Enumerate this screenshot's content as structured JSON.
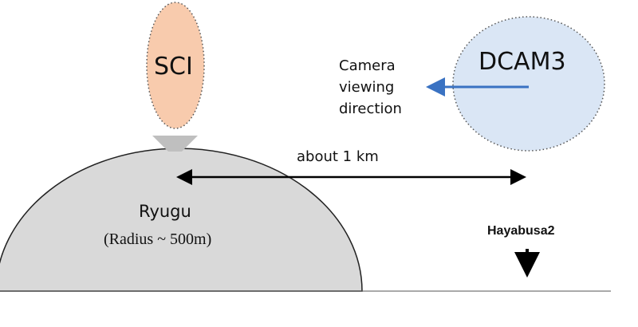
{
  "labels": {
    "sci": "SCI",
    "dcam3": "DCAM3",
    "camera_direction": [
      "Camera",
      "viewing",
      "direction"
    ],
    "distance": "about 1 km",
    "ryugu": "Ryugu",
    "radius": "(Radius ~ 500m)",
    "hayabusa2": "Hayabusa2"
  },
  "colors": {
    "sci_fill": "#f8cbad",
    "dcam3_fill": "#dae6f5",
    "ryugu_fill": "#d9d9d9",
    "arrow_blue": "#3a72c2"
  }
}
